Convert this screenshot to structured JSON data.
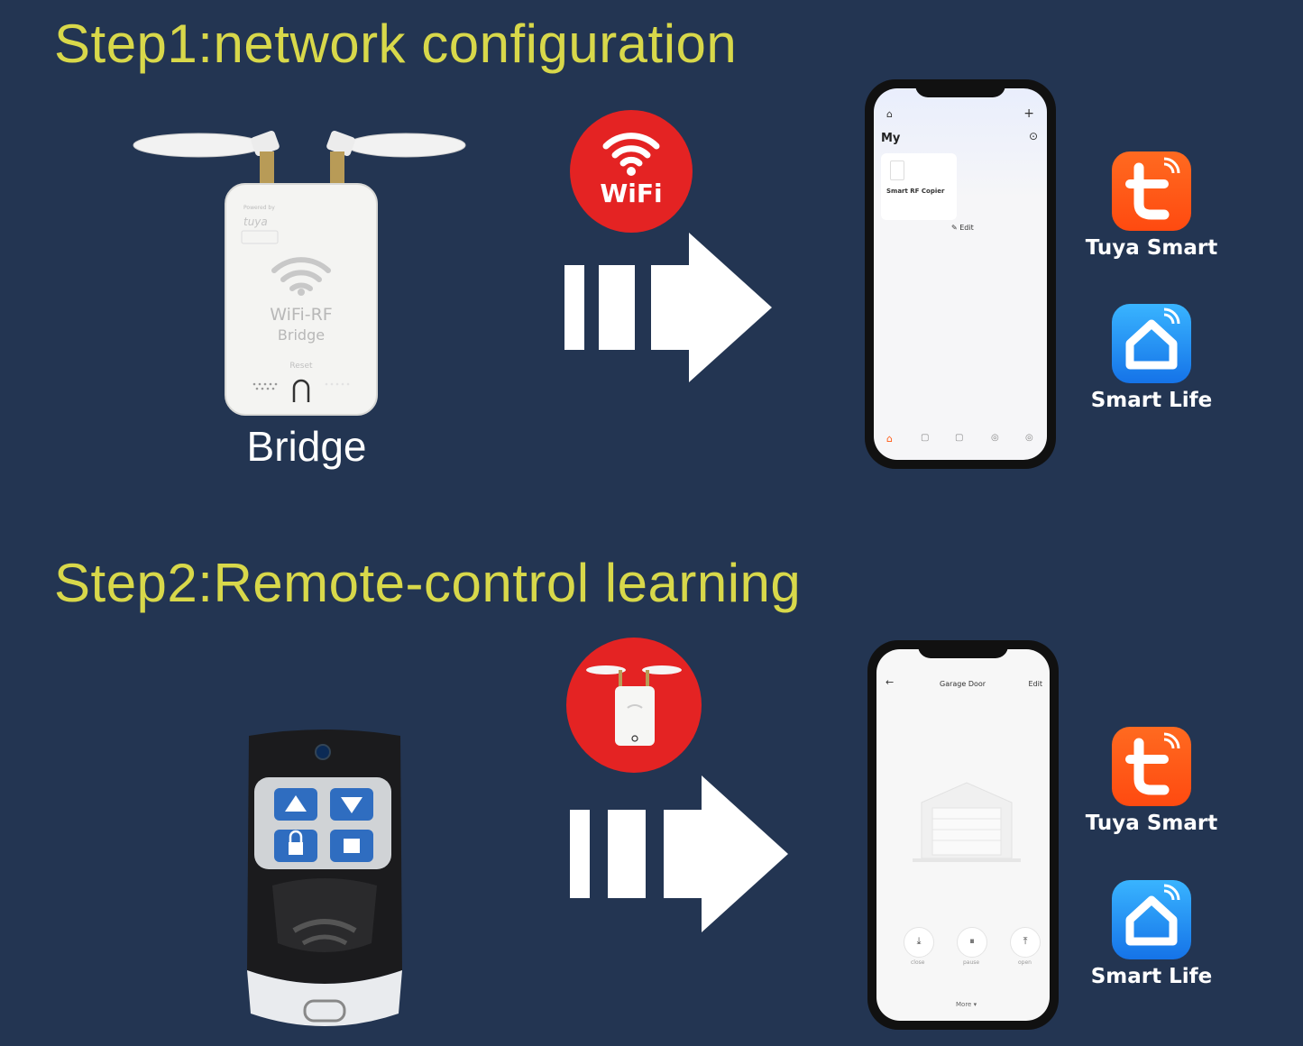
{
  "step1": {
    "title": "Step1:network configuration",
    "device_label": "Bridge",
    "device_print": {
      "powered_by": "Powered by",
      "brand": "tuya",
      "model_line1": "WiFi-RF",
      "model_line2": "Bridge",
      "reset": "Reset"
    },
    "badge_text": "WiFi",
    "phone": {
      "header": "My",
      "device_card": "Smart RF Copier",
      "edit": "Edit"
    }
  },
  "step2": {
    "title": "Step2:Remote-control learning",
    "phone": {
      "title": "Garage Door",
      "edit": "Edit",
      "controls": [
        "close",
        "pause",
        "open"
      ],
      "more": "More"
    }
  },
  "apps": [
    {
      "name": "Tuya Smart",
      "icon": "tuya-logo-icon",
      "color": "#ff5a14"
    },
    {
      "name": "Smart Life",
      "icon": "smart-life-house-icon",
      "color": "#2196f3"
    }
  ],
  "colors": {
    "background": "#233552",
    "title": "#d8d84a",
    "badge": "#e42323",
    "arrow": "#ffffff"
  }
}
